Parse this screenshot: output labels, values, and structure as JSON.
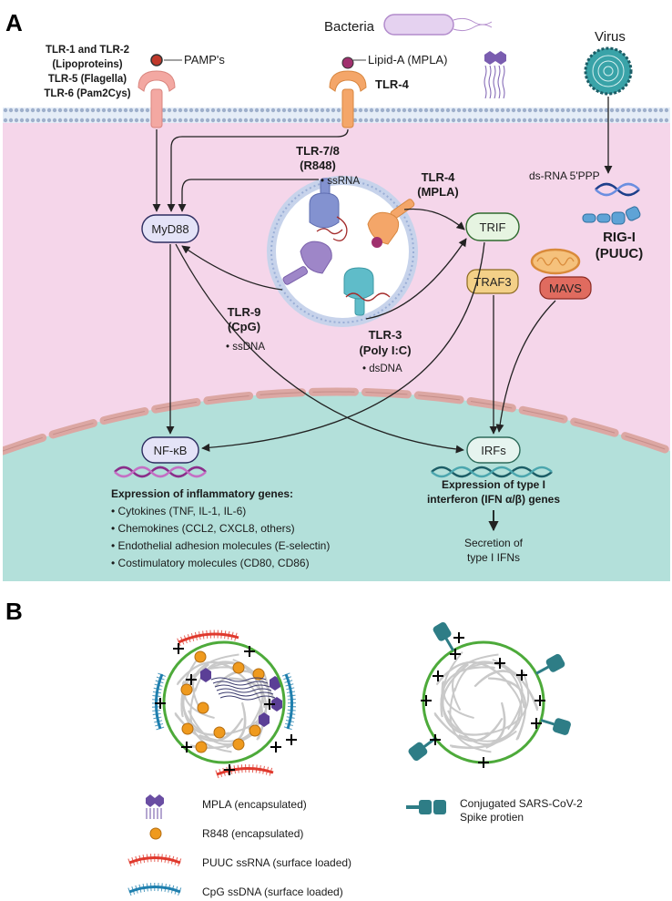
{
  "panelA": {
    "letter": "A",
    "bacteria": "Bacteria",
    "virus": "Virus",
    "tlr12_lines": [
      "TLR-1 and TLR-2",
      "(Lipoproteins)",
      "TLR-5 (Flagella)",
      "TLR-6 (Pam2Cys)"
    ],
    "pamps": "PAMP's",
    "lipidA": "Lipid-A (MPLA)",
    "tlr4_surface": "TLR-4",
    "tlr78": [
      "TLR-7/8",
      "(R848)"
    ],
    "tlr78_ligand": "• ssRNA",
    "tlr4_endo": [
      "TLR-4",
      "(MPLA)"
    ],
    "tlr9": [
      "TLR-9",
      "(CpG)"
    ],
    "tlr9_ligand": "• ssDNA",
    "tlr3": [
      "TLR-3",
      "(Poly I:C)"
    ],
    "tlr3_ligand": "• dsDNA",
    "dsrna": "ds-RNA 5'PPP",
    "rigi": [
      "RIG-I",
      "(PUUC)"
    ],
    "nodes": {
      "myd88": "MyD88",
      "trif": "TRIF",
      "traf3": "TRAF3",
      "mavs": "MAVS",
      "nfkb": "NF-κB",
      "irfs": "IRFs"
    },
    "inflammatory_title": "Expression of inflammatory genes:",
    "inflammatory_items": [
      "• Cytokines (TNF, IL-1, IL-6)",
      "• Chemokines (CCL2, CXCL8, others)",
      "• Endothelial adhesion molecules (E-selectin)",
      "• Costimulatory molecules (CD80, CD86)"
    ],
    "ifn_title": [
      "Expression of type I",
      "interferon (IFN α/β) genes"
    ],
    "secretion": [
      "Secretion of",
      "type I IFNs"
    ]
  },
  "panelB": {
    "letter": "B",
    "legend": {
      "mpla": "MPLA (encapsulated)",
      "r848": "R848 (encapsulated)",
      "puuc": "PUUC ssRNA (surface loaded)",
      "cpg": "CpG ssDNA (surface loaded)",
      "spike": [
        "Conjugated SARS-CoV-2",
        "Spike protien"
      ]
    }
  },
  "colors": {
    "cytoplasm": "#f5d6ea",
    "nucleus": "#b3e0da",
    "membrane": "#c7d6ea",
    "myd88_fill": "#e4e3f7",
    "trif_fill": "#e6f4e1",
    "traf3_fill": "#f3d088",
    "mavs_fill": "#e06b5f",
    "nucleus_edge": "#dca7a3",
    "particle_ring": "#4daa3a",
    "puuc": "#e0392d",
    "cpg": "#1f7fae",
    "mpla": "#6a4ea3",
    "r848": "#ef9a1e",
    "spike": "#2e7d86"
  }
}
